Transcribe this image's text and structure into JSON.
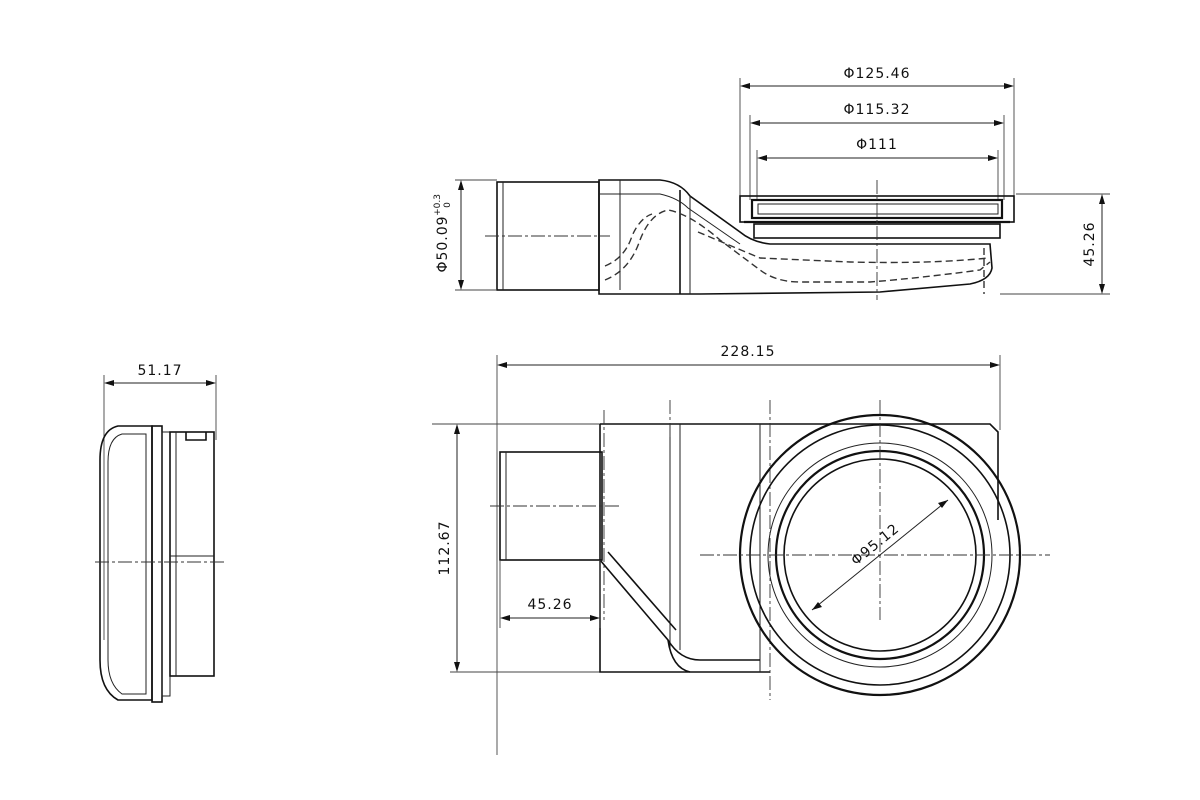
{
  "top_view": {
    "dim_outer_diameter": "Φ125.46",
    "dim_mid_diameter": "Φ115.32",
    "dim_inner_diameter": "Φ111",
    "dim_height": "45.26",
    "dim_outlet_diameter": "Φ50.09",
    "tol_upper": "+0.3",
    "tol_lower": "0"
  },
  "plan_view": {
    "dim_length": "228.15",
    "dim_width": "112.67",
    "dim_outlet_length": "45.26",
    "dim_bowl_diameter": "Φ95.12"
  },
  "side_view": {
    "dim_width": "51.17"
  }
}
